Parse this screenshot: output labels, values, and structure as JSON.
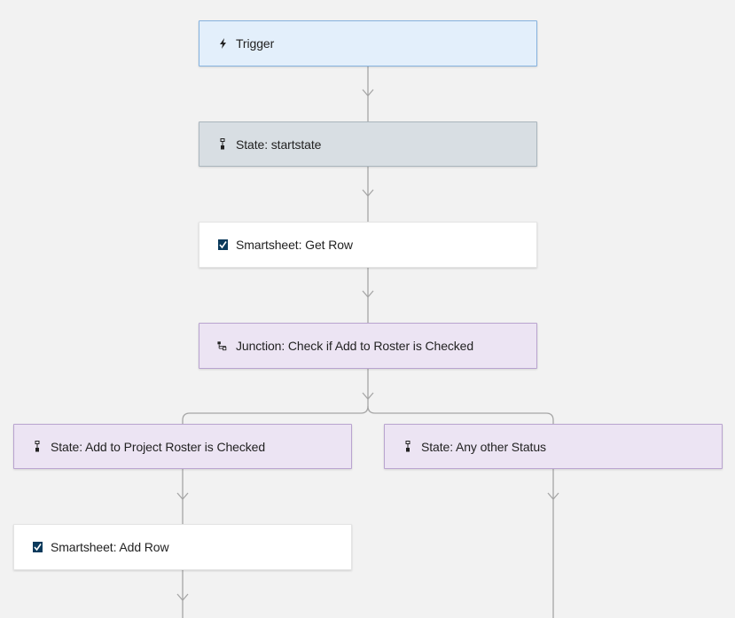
{
  "workflow": {
    "nodes": [
      {
        "id": "trigger",
        "label": "Trigger",
        "icon": "lightning-icon",
        "kind": "trigger"
      },
      {
        "id": "state-start",
        "label": "State: startstate",
        "icon": "state-icon",
        "kind": "state"
      },
      {
        "id": "get-row",
        "label": "Smartsheet: Get Row",
        "icon": "smartsheet-icon",
        "kind": "action"
      },
      {
        "id": "junction",
        "label": "Junction: Check if Add to Roster is Checked",
        "icon": "junction-icon",
        "kind": "junction"
      },
      {
        "id": "state-checked",
        "label": "State: Add to Project Roster is Checked",
        "icon": "state-icon",
        "kind": "state"
      },
      {
        "id": "state-other",
        "label": "State: Any other Status",
        "icon": "state-icon",
        "kind": "state"
      },
      {
        "id": "add-row",
        "label": "Smartsheet: Add Row",
        "icon": "smartsheet-icon",
        "kind": "action"
      }
    ],
    "colors": {
      "canvas": "#f2f2f2",
      "connector": "#a6a6a6",
      "trigger_fill": "#e3effb",
      "trigger_border": "#86b2de",
      "start_state_fill": "#d8dee3",
      "branch_fill": "#ece4f3",
      "branch_border": "#b9a4cf",
      "smartsheet_brand": "#0b3a5c"
    }
  }
}
